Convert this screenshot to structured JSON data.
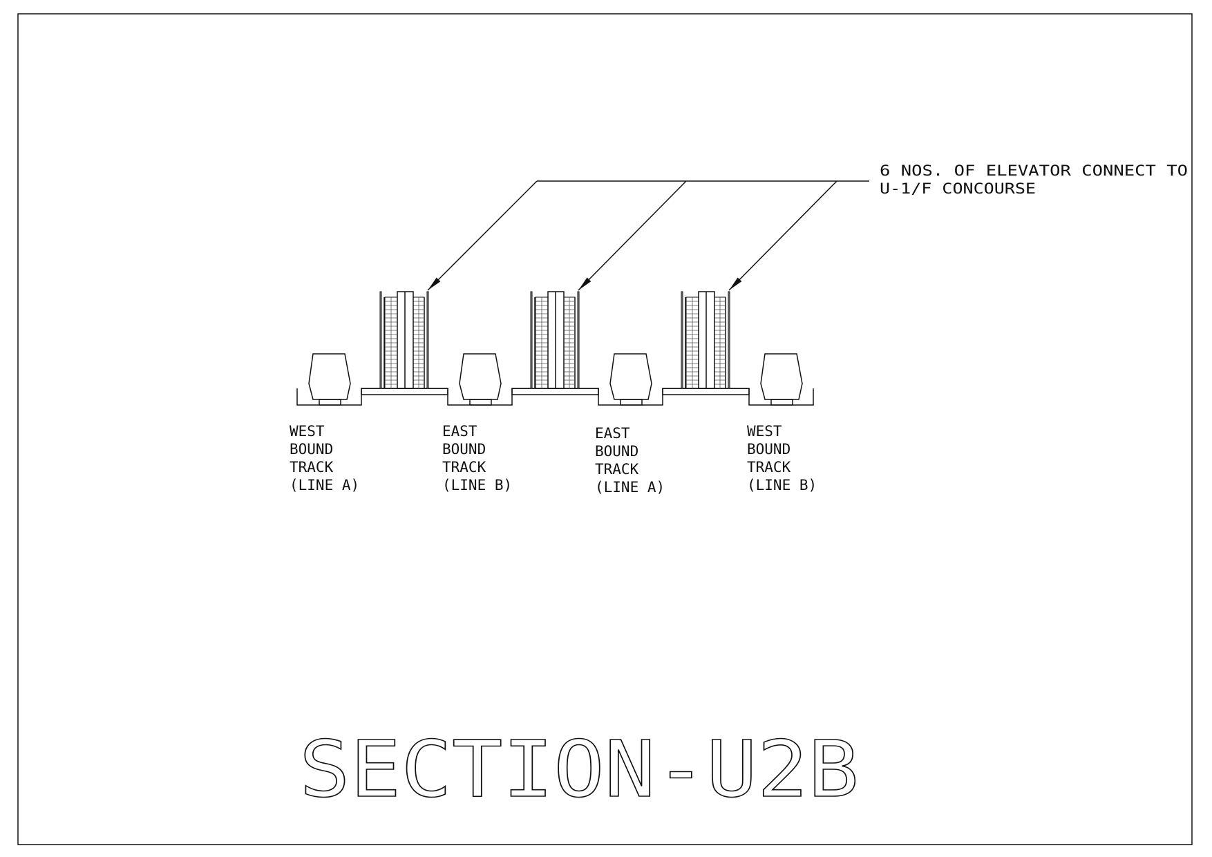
{
  "note": {
    "line1": "6 NOS. OF ELEVATOR CONNECT TO",
    "line2": "U-1/F CONCOURSE"
  },
  "tracks": [
    {
      "lines": [
        "WEST",
        "BOUND",
        "TRACK",
        "(LINE A)"
      ]
    },
    {
      "lines": [
        "EAST",
        "BOUND",
        "TRACK",
        "(LINE B)"
      ]
    },
    {
      "lines": [
        "EAST",
        "BOUND",
        "TRACK",
        "(LINE A)"
      ]
    },
    {
      "lines": [
        "WEST",
        "BOUND",
        "TRACK",
        "(LINE B)"
      ]
    }
  ],
  "elevator_count": 3,
  "title": "SECTION-U2B"
}
